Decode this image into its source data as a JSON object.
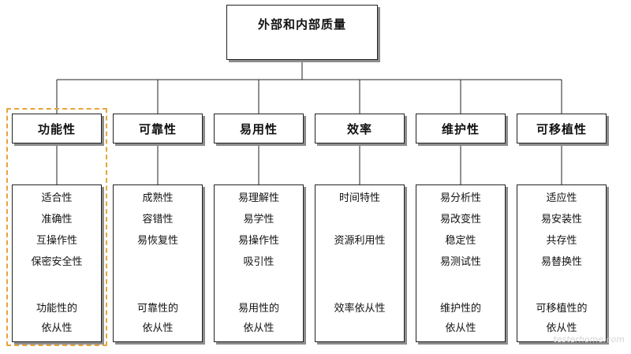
{
  "root": "外部和内部质量",
  "categories": [
    {
      "title": "功能性",
      "items": [
        "适合性",
        "准确性",
        "互操作性",
        "保密安全性"
      ],
      "compliance": [
        "功能性的",
        "依从性"
      ]
    },
    {
      "title": "可靠性",
      "items": [
        "成熟性",
        "容错性",
        "易恢复性"
      ],
      "compliance": [
        "可靠性的",
        "依从性"
      ]
    },
    {
      "title": "易用性",
      "items": [
        "易理解性",
        "易学性",
        "易操作性",
        "吸引性"
      ],
      "compliance": [
        "易用性的",
        "依从性"
      ]
    },
    {
      "title": "效率",
      "items": [
        "时间特性",
        "资源利用性"
      ],
      "compliance": [
        "效率依从性"
      ]
    },
    {
      "title": "维护性",
      "items": [
        "易分析性",
        "易改变性",
        "稳定性",
        "易测试性"
      ],
      "compliance": [
        "维护性的",
        "依从性"
      ]
    },
    {
      "title": "可移植性",
      "items": [
        "适应性",
        "易安装性",
        "共存性",
        "易替换性"
      ],
      "compliance": [
        "可移植性的",
        "依从性"
      ]
    }
  ],
  "highlight_color": "#e8a33a",
  "watermark": "testerhome.com"
}
